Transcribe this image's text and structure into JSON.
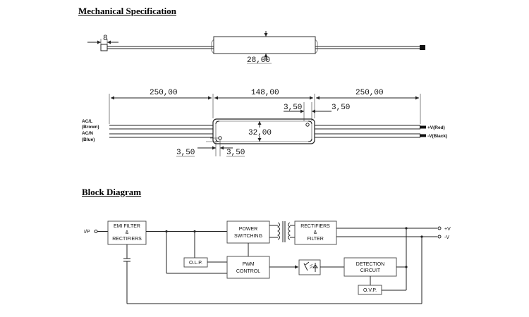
{
  "sections": {
    "mechanical": "Mechanical Specification",
    "block": "Block Diagram"
  },
  "mechanical": {
    "top_view": {
      "wire_strip": "8",
      "height": "28,00"
    },
    "front_view": {
      "left_wire": "250,00",
      "body_length": "148,00",
      "right_wire": "250,00",
      "width": "32,00",
      "hole_top_left": "3,50",
      "hole_top_right": "3,50",
      "hole_bottom_left": "3,50",
      "hole_bottom_right": "3,50"
    },
    "wire_labels": {
      "ac_l": "AC/L",
      "brown": "(Brown)",
      "ac_n": "AC/N",
      "blue": "(Blue)",
      "plus_v": "+V(Red)",
      "minus_v": "-V(Black)"
    }
  },
  "block_diagram": {
    "input": "I/P",
    "emi": [
      "EMI FILTER",
      "&",
      "RECTIFIERS"
    ],
    "power": [
      "POWER",
      "SWITCHING"
    ],
    "rect": [
      "RECTIFIERS",
      "&",
      "FILTER"
    ],
    "olp": "O.L.P.",
    "pwm": [
      "PWM",
      "CONTROL"
    ],
    "detection": [
      "DETECTION",
      "CIRCUIT"
    ],
    "ovp": "O.V.P.",
    "out_plus": "+V",
    "out_minus": "-V"
  }
}
